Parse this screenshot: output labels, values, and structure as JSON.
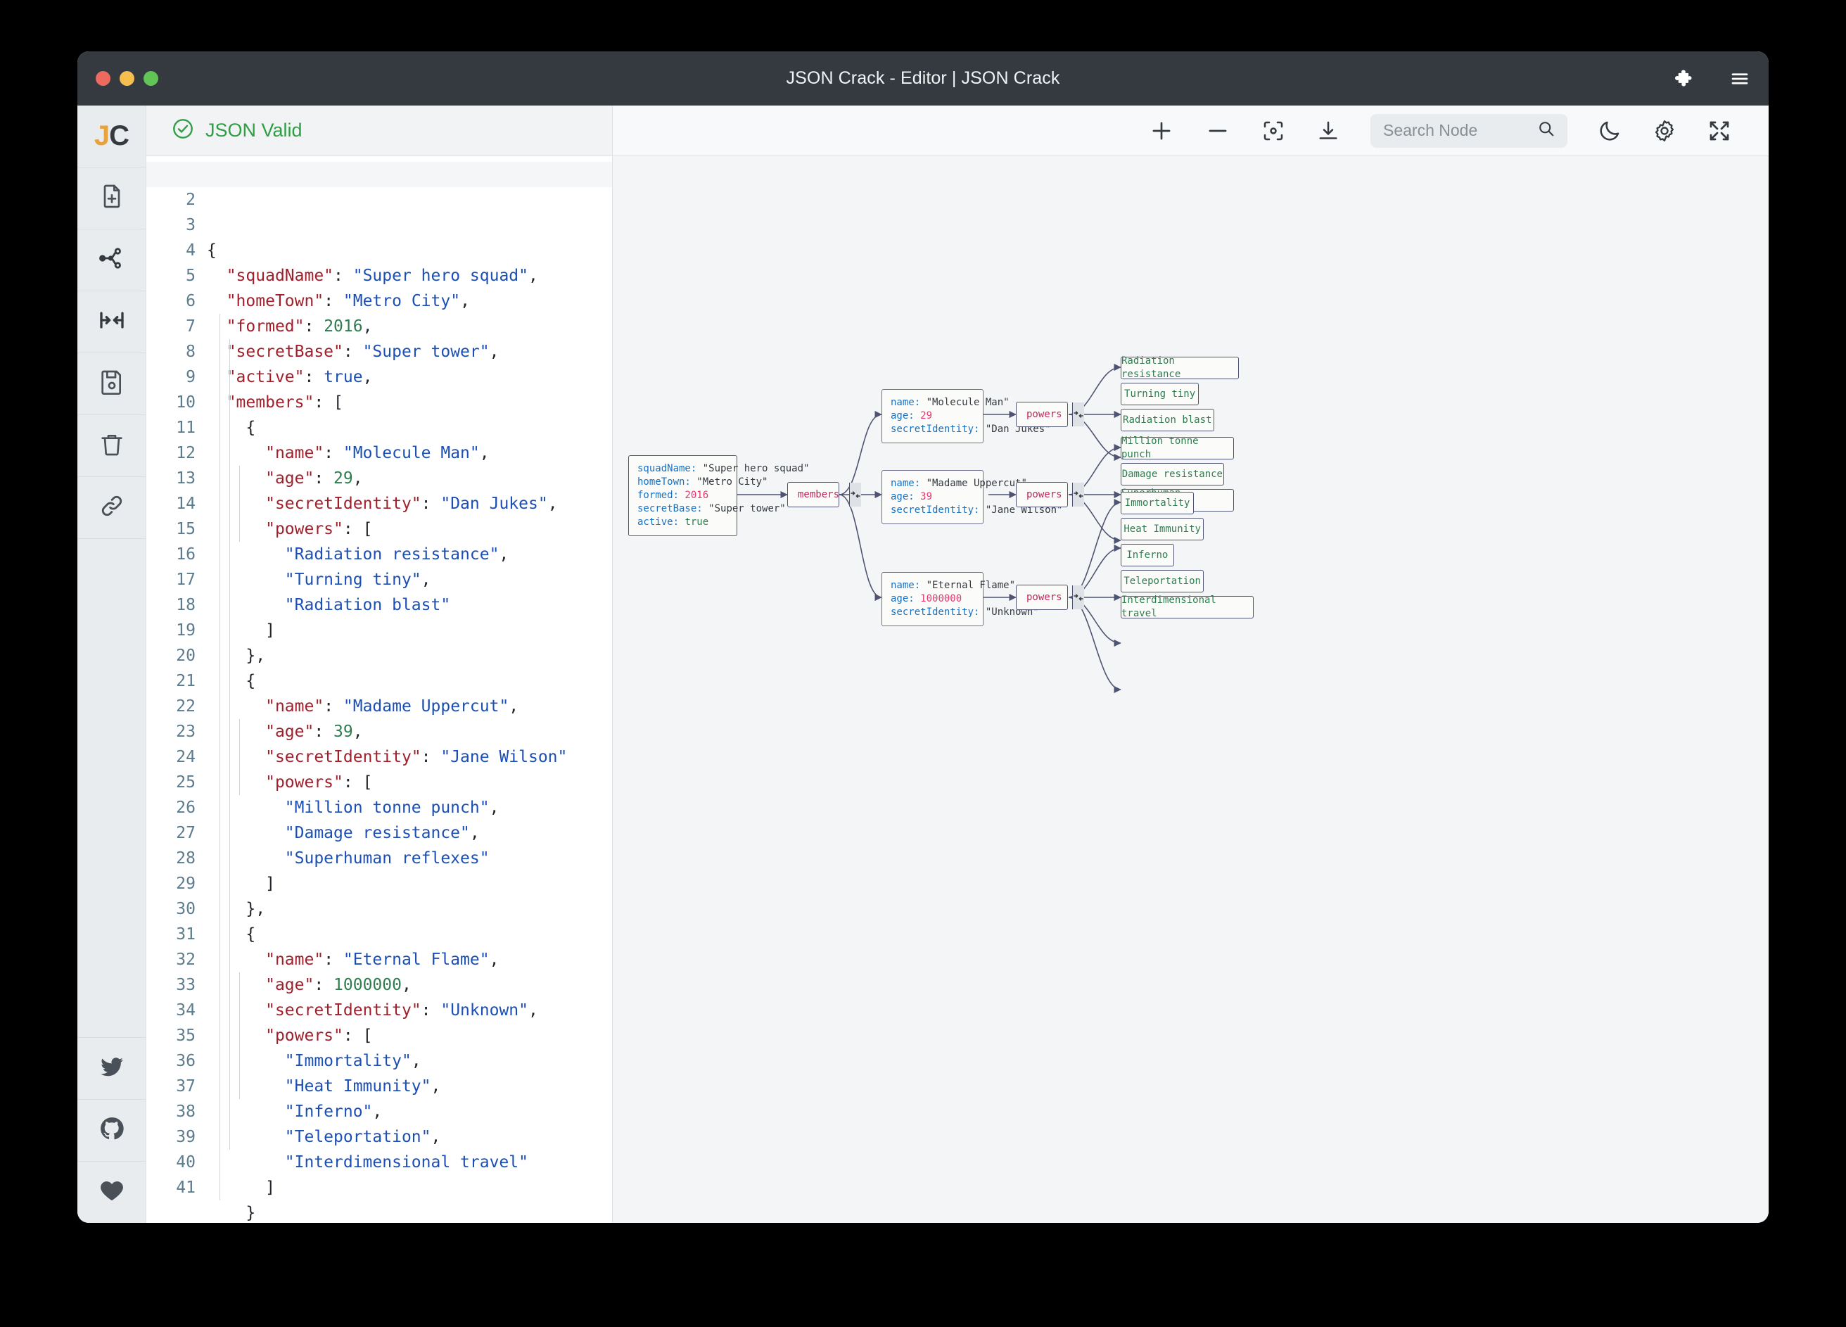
{
  "window": {
    "title": "JSON Crack - Editor | JSON Crack",
    "traffic_lights": [
      "close",
      "minimize",
      "maximize"
    ],
    "right_icons": [
      "puzzle-piece-icon",
      "hamburger-menu-icon"
    ]
  },
  "rail": {
    "logo": {
      "first": "J",
      "second": "C"
    },
    "items": [
      {
        "name": "new-file-icon",
        "label": "New file"
      },
      {
        "name": "graph-share-icon",
        "label": "Graph view"
      },
      {
        "name": "collapse-horizontal-icon",
        "label": "Collapse"
      },
      {
        "name": "save-icon",
        "label": "Save"
      },
      {
        "name": "delete-icon",
        "label": "Delete"
      },
      {
        "name": "link-icon",
        "label": "Share link"
      }
    ],
    "social": [
      {
        "name": "twitter-icon",
        "label": "Twitter"
      },
      {
        "name": "github-icon",
        "label": "GitHub"
      },
      {
        "name": "heart-icon",
        "label": "Sponsor"
      }
    ]
  },
  "editor": {
    "status": "JSON Valid",
    "status_icon": "check-circle-icon",
    "line_count": 41,
    "lines": [
      [
        [
          "p",
          "{"
        ]
      ],
      [
        [
          "p",
          "  "
        ],
        [
          "k",
          "\"squadName\""
        ],
        [
          "p",
          ": "
        ],
        [
          "s",
          "\"Super hero squad\""
        ],
        [
          "p",
          ","
        ]
      ],
      [
        [
          "p",
          "  "
        ],
        [
          "k",
          "\"homeTown\""
        ],
        [
          "p",
          ": "
        ],
        [
          "s",
          "\"Metro City\""
        ],
        [
          "p",
          ","
        ]
      ],
      [
        [
          "p",
          "  "
        ],
        [
          "k",
          "\"formed\""
        ],
        [
          "p",
          ": "
        ],
        [
          "n",
          "2016"
        ],
        [
          "p",
          ","
        ]
      ],
      [
        [
          "p",
          "  "
        ],
        [
          "k",
          "\"secretBase\""
        ],
        [
          "p",
          ": "
        ],
        [
          "s",
          "\"Super tower\""
        ],
        [
          "p",
          ","
        ]
      ],
      [
        [
          "p",
          "  "
        ],
        [
          "k",
          "\"active\""
        ],
        [
          "p",
          ": "
        ],
        [
          "b",
          "true"
        ],
        [
          "p",
          ","
        ]
      ],
      [
        [
          "p",
          "  "
        ],
        [
          "k",
          "\"members\""
        ],
        [
          "p",
          ": ["
        ]
      ],
      [
        [
          "p",
          "    {"
        ]
      ],
      [
        [
          "p",
          "      "
        ],
        [
          "k",
          "\"name\""
        ],
        [
          "p",
          ": "
        ],
        [
          "s",
          "\"Molecule Man\""
        ],
        [
          "p",
          ","
        ]
      ],
      [
        [
          "p",
          "      "
        ],
        [
          "k",
          "\"age\""
        ],
        [
          "p",
          ": "
        ],
        [
          "n",
          "29"
        ],
        [
          "p",
          ","
        ]
      ],
      [
        [
          "p",
          "      "
        ],
        [
          "k",
          "\"secretIdentity\""
        ],
        [
          "p",
          ": "
        ],
        [
          "s",
          "\"Dan Jukes\""
        ],
        [
          "p",
          ","
        ]
      ],
      [
        [
          "p",
          "      "
        ],
        [
          "k",
          "\"powers\""
        ],
        [
          "p",
          ": ["
        ]
      ],
      [
        [
          "p",
          "        "
        ],
        [
          "s",
          "\"Radiation resistance\""
        ],
        [
          "p",
          ","
        ]
      ],
      [
        [
          "p",
          "        "
        ],
        [
          "s",
          "\"Turning tiny\""
        ],
        [
          "p",
          ","
        ]
      ],
      [
        [
          "p",
          "        "
        ],
        [
          "s",
          "\"Radiation blast\""
        ]
      ],
      [
        [
          "p",
          "      ]"
        ]
      ],
      [
        [
          "p",
          "    },"
        ]
      ],
      [
        [
          "p",
          "    {"
        ]
      ],
      [
        [
          "p",
          "      "
        ],
        [
          "k",
          "\"name\""
        ],
        [
          "p",
          ": "
        ],
        [
          "s",
          "\"Madame Uppercut\""
        ],
        [
          "p",
          ","
        ]
      ],
      [
        [
          "p",
          "      "
        ],
        [
          "k",
          "\"age\""
        ],
        [
          "p",
          ": "
        ],
        [
          "n",
          "39"
        ],
        [
          "p",
          ","
        ]
      ],
      [
        [
          "p",
          "      "
        ],
        [
          "k",
          "\"secretIdentity\""
        ],
        [
          "p",
          ": "
        ],
        [
          "s",
          "\"Jane Wilson\""
        ]
      ],
      [
        [
          "p",
          "      "
        ],
        [
          "k",
          "\"powers\""
        ],
        [
          "p",
          ": ["
        ]
      ],
      [
        [
          "p",
          "        "
        ],
        [
          "s",
          "\"Million tonne punch\""
        ],
        [
          "p",
          ","
        ]
      ],
      [
        [
          "p",
          "        "
        ],
        [
          "s",
          "\"Damage resistance\""
        ],
        [
          "p",
          ","
        ]
      ],
      [
        [
          "p",
          "        "
        ],
        [
          "s",
          "\"Superhuman reflexes\""
        ]
      ],
      [
        [
          "p",
          "      ]"
        ]
      ],
      [
        [
          "p",
          "    },"
        ]
      ],
      [
        [
          "p",
          "    {"
        ]
      ],
      [
        [
          "p",
          "      "
        ],
        [
          "k",
          "\"name\""
        ],
        [
          "p",
          ": "
        ],
        [
          "s",
          "\"Eternal Flame\""
        ],
        [
          "p",
          ","
        ]
      ],
      [
        [
          "p",
          "      "
        ],
        [
          "k",
          "\"age\""
        ],
        [
          "p",
          ": "
        ],
        [
          "n",
          "1000000"
        ],
        [
          "p",
          ","
        ]
      ],
      [
        [
          "p",
          "      "
        ],
        [
          "k",
          "\"secretIdentity\""
        ],
        [
          "p",
          ": "
        ],
        [
          "s",
          "\"Unknown\""
        ],
        [
          "p",
          ","
        ]
      ],
      [
        [
          "p",
          "      "
        ],
        [
          "k",
          "\"powers\""
        ],
        [
          "p",
          ": ["
        ]
      ],
      [
        [
          "p",
          "        "
        ],
        [
          "s",
          "\"Immortality\""
        ],
        [
          "p",
          ","
        ]
      ],
      [
        [
          "p",
          "        "
        ],
        [
          "s",
          "\"Heat Immunity\""
        ],
        [
          "p",
          ","
        ]
      ],
      [
        [
          "p",
          "        "
        ],
        [
          "s",
          "\"Inferno\""
        ],
        [
          "p",
          ","
        ]
      ],
      [
        [
          "p",
          "        "
        ],
        [
          "s",
          "\"Teleportation\""
        ],
        [
          "p",
          ","
        ]
      ],
      [
        [
          "p",
          "        "
        ],
        [
          "s",
          "\"Interdimensional travel\""
        ]
      ],
      [
        [
          "p",
          "      ]"
        ]
      ],
      [
        [
          "p",
          "    }"
        ]
      ],
      [
        [
          "p",
          "  ]"
        ]
      ],
      [
        [
          "p",
          "}"
        ]
      ]
    ]
  },
  "toolbar": {
    "zoom_in_icon": "plus-icon",
    "zoom_out_icon": "minus-icon",
    "center_icon": "focus-center-icon",
    "download_icon": "download-icon",
    "search_placeholder": "Search Node",
    "search_value": "",
    "search_icon": "search-icon",
    "theme_icon": "moon-icon",
    "settings_icon": "gear-icon",
    "fullscreen_icon": "fullscreen-icon"
  },
  "graph": {
    "root": {
      "rows": [
        {
          "key": "squadName",
          "value": "\"Super hero squad\"",
          "type": "string"
        },
        {
          "key": "homeTown",
          "value": "\"Metro City\"",
          "type": "string"
        },
        {
          "key": "formed",
          "value": "2016",
          "type": "number"
        },
        {
          "key": "secretBase",
          "value": "\"Super tower\"",
          "type": "string"
        },
        {
          "key": "active",
          "value": "true",
          "type": "boolean"
        }
      ]
    },
    "members_label": "members",
    "members": [
      {
        "rows": [
          {
            "key": "name",
            "value": "\"Molecule Man\"",
            "type": "string"
          },
          {
            "key": "age",
            "value": "29",
            "type": "number"
          },
          {
            "key": "secretIdentity",
            "value": "\"Dan Jukes\"",
            "type": "string"
          }
        ],
        "powers_label": "powers",
        "powers": [
          "Radiation resistance",
          "Turning tiny",
          "Radiation blast"
        ]
      },
      {
        "rows": [
          {
            "key": "name",
            "value": "\"Madame Uppercut\"",
            "type": "string"
          },
          {
            "key": "age",
            "value": "39",
            "type": "number"
          },
          {
            "key": "secretIdentity",
            "value": "\"Jane Wilson\"",
            "type": "string"
          }
        ],
        "powers_label": "powers",
        "powers": [
          "Million tonne punch",
          "Damage resistance",
          "Superhuman reflexes"
        ]
      },
      {
        "rows": [
          {
            "key": "name",
            "value": "\"Eternal Flame\"",
            "type": "string"
          },
          {
            "key": "age",
            "value": "1000000",
            "type": "number"
          },
          {
            "key": "secretIdentity",
            "value": "\"Unknown\"",
            "type": "string"
          }
        ],
        "powers_label": "powers",
        "powers": [
          "Immortality",
          "Heat Immunity",
          "Inferno",
          "Teleportation",
          "Interdimensional travel"
        ]
      }
    ]
  },
  "colors": {
    "titlebar": "#343a40",
    "accent_orange": "#e8a33d",
    "valid_green": "#2f9e44",
    "node_key_blue": "#1971c2",
    "node_number_pink": "#e8366f",
    "node_leaf_green": "#2f7d4f",
    "parent_label_crimson": "#c2255c",
    "canvas_bg": "#f4f5f7"
  }
}
